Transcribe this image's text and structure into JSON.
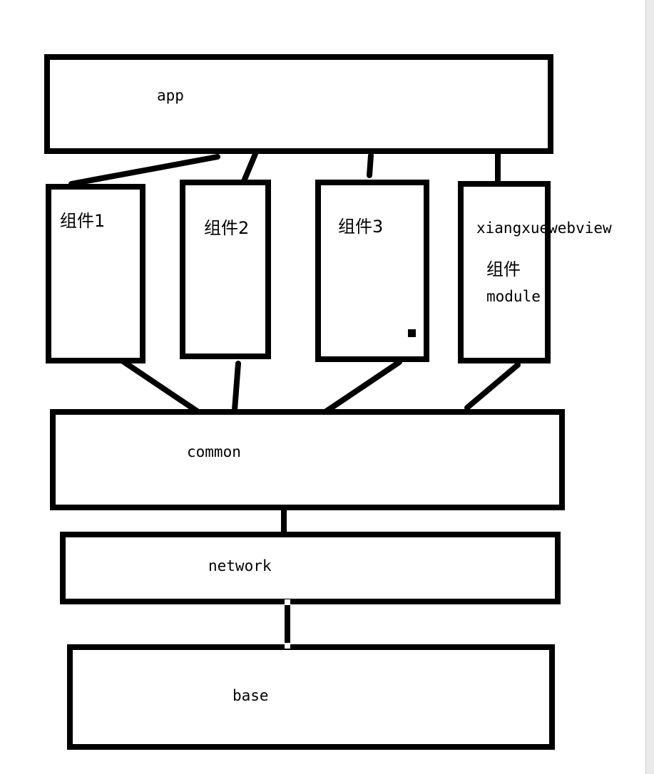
{
  "nodes": {
    "app": "app",
    "c1": "组件1",
    "c2": "组件2",
    "c3": "组件3",
    "c4_line1": "xiangxuewebview",
    "c4_line2": "组件",
    "c4_line3": "module",
    "common": "common",
    "network": "network",
    "base": "base"
  },
  "colors": {
    "stroke": "#000000",
    "background": "#ffffff"
  }
}
